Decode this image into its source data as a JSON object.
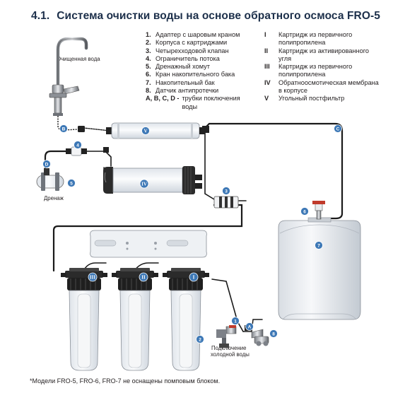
{
  "header": {
    "number": "4.1.",
    "title": "Система очистки воды на основе обратного осмоса FRO-5"
  },
  "legend_left": [
    {
      "k": "1.",
      "t": "Адаптер с шаровым краном"
    },
    {
      "k": "2.",
      "t": "Корпуса с картриджами"
    },
    {
      "k": "3.",
      "t": "Четырехходовой клапан"
    },
    {
      "k": "4.",
      "t": "Ограничитель потока"
    },
    {
      "k": "5.",
      "t": "Дренажный хомут"
    },
    {
      "k": "6.",
      "t": "Кран накопительного бака"
    },
    {
      "k": "7.",
      "t": "Накопительный бак"
    },
    {
      "k": "8.",
      "t": "Датчик антипротечки"
    },
    {
      "k": "A, B, C, D -",
      "t": "трубки поключения воды"
    }
  ],
  "legend_right": [
    {
      "k": "I",
      "t": "Картридж из первичного полипропилена"
    },
    {
      "k": "II",
      "t": "Картридж из активированного угля"
    },
    {
      "k": "III",
      "t": "Картридж из первичного полипропилена"
    },
    {
      "k": "IV",
      "t": "Обратноосмотическая мембрана в корпусе"
    },
    {
      "k": "V",
      "t": "Угольный постфильтр"
    }
  ],
  "labels": {
    "purified_water": "Очищенная вода",
    "drain": "Дренаж",
    "cold_water_line1": "Подключение",
    "cold_water_line2": "холодной воды"
  },
  "badges": {
    "b1": "1",
    "b2": "2",
    "b3": "3",
    "b4": "4",
    "b5": "5",
    "b6": "6",
    "b7": "7",
    "b8": "8",
    "a": "A",
    "b": "B",
    "c": "C",
    "d": "D",
    "r1": "I",
    "r2": "II",
    "r3": "III",
    "r4": "IV",
    "r5": "V"
  },
  "footnote": "*Модели FRO-5, FRO-6, FRO-7 не оснащены помповым блоком.",
  "colors": {
    "badge": "#3d78b6",
    "tube": "#1a1a1a",
    "housing": "#eef1f4",
    "cap": "#2b2b2b"
  }
}
